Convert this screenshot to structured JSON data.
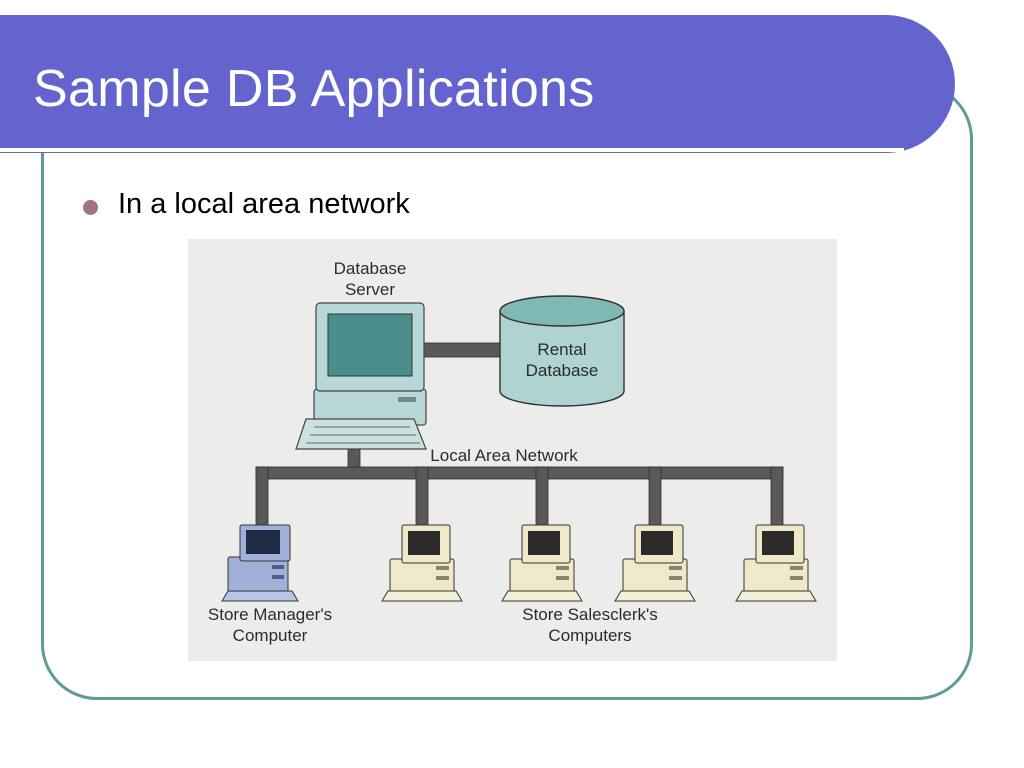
{
  "slide": {
    "title": "Sample DB Applications",
    "bullet": "In a local area network"
  },
  "diagram": {
    "server_label_line1": "Database",
    "server_label_line2": "Server",
    "database_label_line1": "Rental",
    "database_label_line2": "Database",
    "network_label": "Local Area Network",
    "manager_label_line1": "Store Manager's",
    "manager_label_line2": "Computer",
    "clerks_label_line1": "Store Salesclerk's",
    "clerks_label_line2": "Computers",
    "salesclerk_computer_count": 4
  },
  "colors": {
    "title_band": "#6464cf",
    "frame_border": "#5e9c98",
    "bullet": "#a27480",
    "server_body": "#b7d8d6",
    "database_body": "#afd3d1",
    "manager_computer": "#9fb1d8",
    "clerk_computer": "#efe8c9",
    "network_bar": "#595959"
  }
}
